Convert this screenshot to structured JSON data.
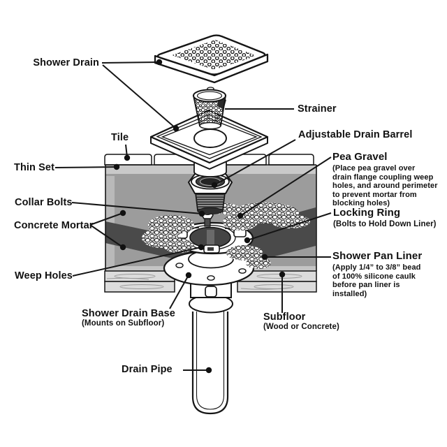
{
  "diagram": {
    "subject": "shower-drain-installation-exploded-diagram",
    "colors": {
      "line": "#151515",
      "mortar": "#9c9c9c",
      "thin_set": "#c9c9c9",
      "pan_liner": "#4a4a4a",
      "wood": "#dcdcdc",
      "white": "#ffffff"
    },
    "labels": {
      "shower_drain": {
        "text": "Shower Drain"
      },
      "strainer": {
        "text": "Strainer"
      },
      "tile": {
        "text": "Tile"
      },
      "adjustable_drain_barrel": {
        "text": "Adjustable Drain Barrel"
      },
      "pea_gravel": {
        "text": "Pea Gravel",
        "note_lines": [
          "(Place pea gravel over",
          "drain flange coupling weep",
          "holes, and around perimeter",
          "to prevent mortar from",
          "blocking holes)"
        ]
      },
      "thin_set": {
        "text": "Thin Set"
      },
      "collar_bolts": {
        "text": "Collar Bolts"
      },
      "concrete_mortar": {
        "text": "Concrete Mortar"
      },
      "locking_ring": {
        "text": "Locking Ring",
        "note_lines": [
          "(Bolts to Hold Down Liner)"
        ]
      },
      "weep_holes": {
        "text": "Weep Holes"
      },
      "shower_pan_liner": {
        "text": "Shower Pan Liner",
        "note_lines": [
          "(Apply 1/4” to 3/8” bead",
          "of 100% silicone caulk",
          "before pan liner is",
          "installed)"
        ]
      },
      "shower_drain_base": {
        "text": "Shower Drain Base",
        "note_lines": [
          "(Mounts on Subfloor)"
        ]
      },
      "subfloor": {
        "text": "Subfloor",
        "note_lines": [
          "(Wood or Concrete)"
        ]
      },
      "drain_pipe": {
        "text": "Drain Pipe"
      }
    }
  }
}
